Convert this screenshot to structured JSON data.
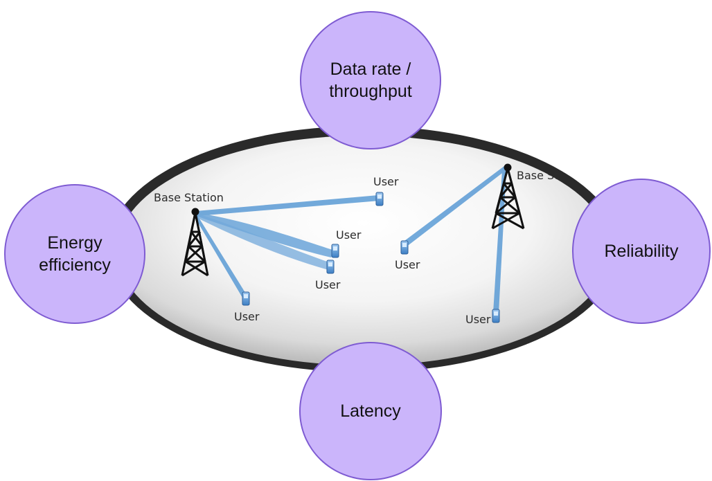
{
  "diagram": {
    "metrics": {
      "data_rate": "Data rate /\nthroughput",
      "energy": "Energy\nefficiency",
      "reliability": "Reliability",
      "latency": "Latency"
    },
    "base_station_left": "Base Station",
    "base_station_right": "Base St",
    "users": [
      "User",
      "User",
      "User",
      "User",
      "User",
      "User"
    ],
    "colors": {
      "circle_fill": "#cbb5fb",
      "circle_border": "#7e5bd2",
      "beam": "#5b9bd5",
      "ring": "#2a2a2a"
    },
    "icons": {
      "tower": "cell-tower-icon",
      "phone": "phone-icon"
    }
  }
}
